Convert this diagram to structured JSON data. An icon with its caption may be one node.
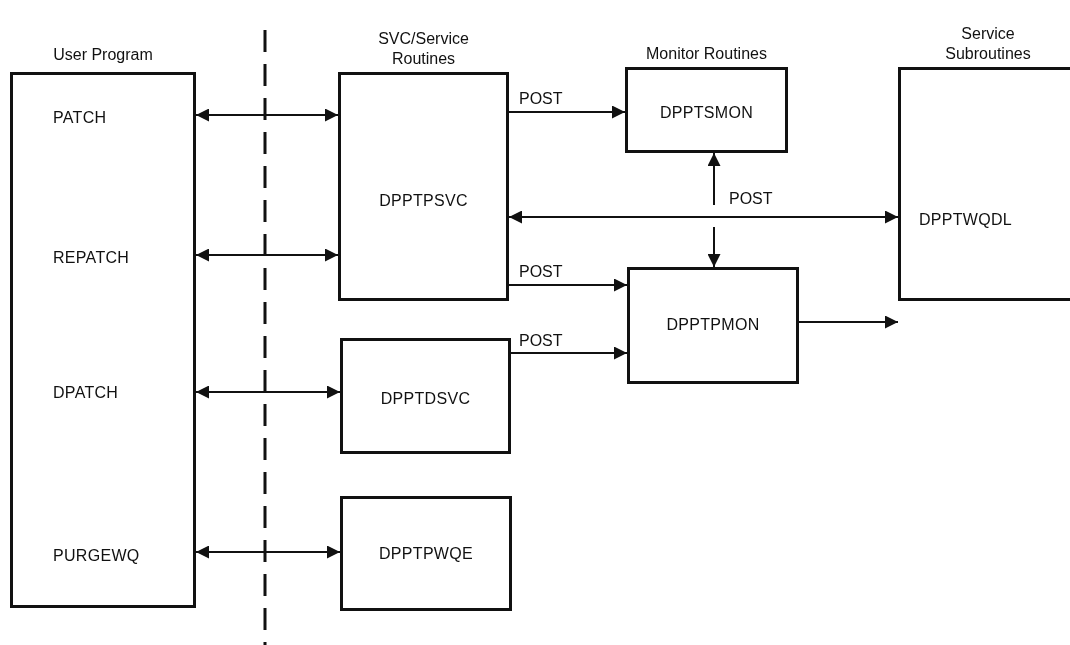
{
  "diagram": {
    "nodes": [
      {
        "text": [
          "User Program",
          "PATCH",
          "REPATCH",
          "DPATCH",
          "PURGEWQ"
        ]
      },
      {
        "text": [
          "SVC/Service Routines",
          "DPPTPSVC"
        ]
      },
      {
        "text": [
          "Monitor Routines",
          "DPPTSMON"
        ]
      },
      {
        "text": [
          "Service Subroutines",
          "DPPTWQDL"
        ]
      },
      {
        "text": [
          "DPPTPMON"
        ]
      },
      {
        "text": [
          "DPPTDSVC"
        ]
      },
      {
        "text": [
          "DPPTPWQE"
        ]
      }
    ],
    "edges": [
      {
        "from": 0,
        "to": 1,
        "arrow": "both"
      },
      {
        "from": 0,
        "to": 1,
        "arrow": "both"
      },
      {
        "from": 1,
        "to": 2,
        "arrow": "to",
        "label": "POST"
      },
      {
        "from": 1,
        "to": 3,
        "arrow": "both"
      },
      {
        "from": null,
        "to": 2,
        "arrow": "to",
        "label": "POST"
      },
      {
        "from": null,
        "to": 4,
        "arrow": "to"
      },
      {
        "from": 1,
        "to": 4,
        "arrow": "to",
        "label": "POST"
      },
      {
        "from": 5,
        "to": 4,
        "arrow": "to",
        "label": "POST"
      },
      {
        "from": 4,
        "to": 3,
        "arrow": "to"
      },
      {
        "from": 0,
        "to": 5,
        "arrow": "both"
      },
      {
        "from": 0,
        "to": 6,
        "arrow": "both"
      }
    ]
  }
}
